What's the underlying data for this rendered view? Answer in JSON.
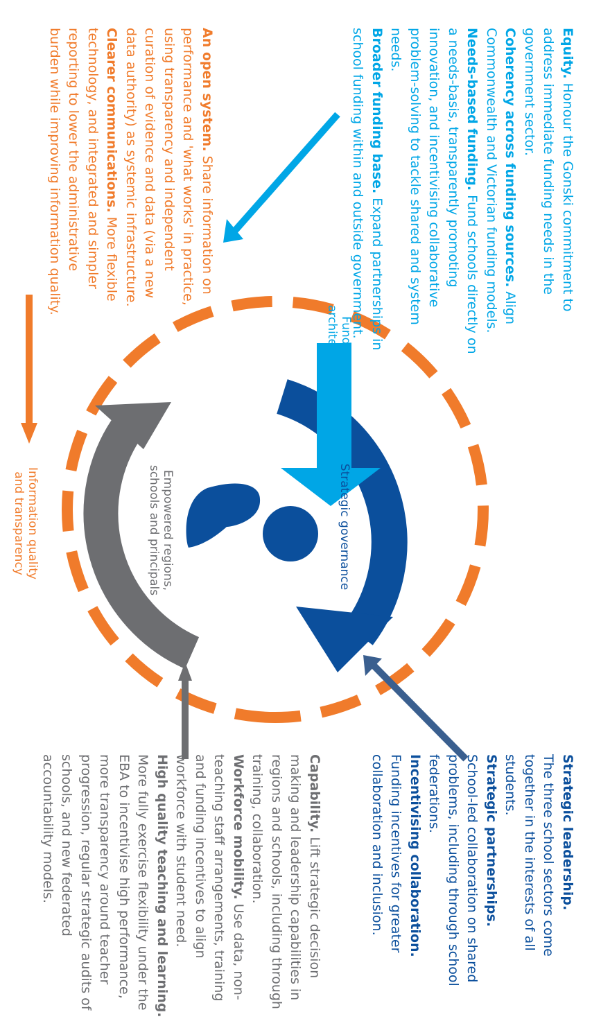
{
  "colors": {
    "light_blue": "#00a6e6",
    "navy": "#0b4f9c",
    "orange": "#f07b2b",
    "gray": "#6d6e71",
    "steel_arrow": "#3a5f8f"
  },
  "left_panel": {
    "items": [
      {
        "title": "Strategic leadership.",
        "body": "The three school sectors come together in the interests of all students."
      },
      {
        "title": "Strategic partnerships.",
        "body": "School-led collaboration on shared problems, including through school federations."
      },
      {
        "title": "Incentivising collaboration.",
        "body": "Funding incentives for greater collaboration and inclusion."
      }
    ]
  },
  "left_bottom_panel": {
    "items": [
      {
        "title": "Capability.",
        "body": "Lift strategic decision making and leadership capabilities in regions and schools, including through training, collaboration."
      },
      {
        "title": "Workforce mobility.",
        "body": "Use data, non-teaching staff arrangements, training and funding incentives to align workforce with student need."
      },
      {
        "title": "High quality teaching and learning.",
        "body": "More fully exercise flexibility under the EBA to incentivise high performance, more transparency around teacher progression, regular strategic audits of schools, and new federated accountability models."
      }
    ]
  },
  "right_top_panel": {
    "items": [
      {
        "title": "Equity.",
        "body": "Honour the Gonski commitment to address immediate funding needs in the government sector."
      },
      {
        "title": "Coherency across funding sources.",
        "body": "Align Commonwealth and Victorian funding models."
      },
      {
        "title": "Needs-based funding.",
        "body": "Fund schools directly on a needs-basis, transparently promoting innovation, and incentivising collaborative problem-solving to tackle shared and system needs."
      },
      {
        "title": "Broader funding base.",
        "body": "Expand partnerships in school funding within and outside government."
      }
    ]
  },
  "right_bottom_panel": {
    "items": [
      {
        "title": "An open system.",
        "body": "Share information on performance and 'what works' in practice, using transparency and independent curation of evidence and data (via a new data authority) as systemic infrastructure."
      },
      {
        "title": "Clearer communications.",
        "body": "More flexible technology, and integrated and simpler reporting to lower the administrative burden while improving information quality."
      }
    ]
  },
  "labels": {
    "funding_architecture": [
      "Funding",
      "architecture"
    ],
    "strategic_governance": "Strategic governance",
    "empowered": [
      "Empowered regions,",
      "schools and principals"
    ],
    "information": [
      "Information quality",
      "and transparency"
    ]
  }
}
